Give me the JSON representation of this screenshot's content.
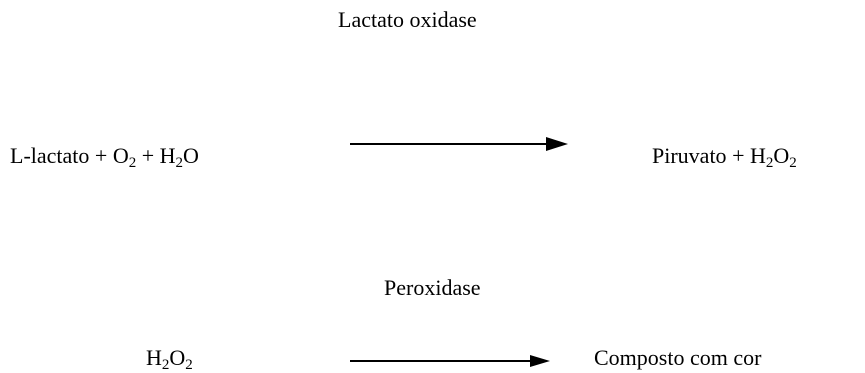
{
  "reaction1": {
    "enzyme": "Lactato oxidase",
    "reactants": {
      "lactate": "L-lactato",
      "plus_a": " + ",
      "oxygen": "O",
      "oxygen_sub": "2",
      "plus_b": " + ",
      "water_h": "H",
      "water_sub": "2",
      "water_o": "O"
    },
    "products": {
      "pyruvate": "Piruvato",
      "plus": " + ",
      "peroxide_h": "H",
      "peroxide_h_sub": "2",
      "peroxide_o": "O",
      "peroxide_o_sub": "2"
    }
  },
  "reaction2": {
    "enzyme": "Peroxidase",
    "reactants": {
      "peroxide_h": "H",
      "peroxide_h_sub": "2",
      "peroxide_o": "O",
      "peroxide_o_sub": "2"
    },
    "products": {
      "compound": "Composto com cor"
    }
  }
}
